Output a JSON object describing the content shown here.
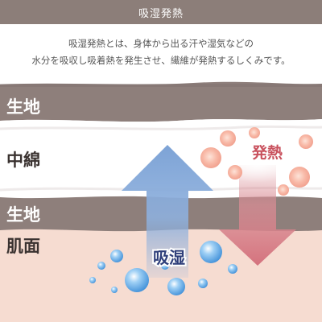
{
  "header": {
    "title": "吸湿発熱"
  },
  "description": {
    "line1": "吸湿発熱とは、身体から出る汗や湿気などの",
    "line2": "水分を吸収し吸着熱を発生させ、繊維が発熱するしくみです。"
  },
  "layers": {
    "fabric_top": "生地",
    "padding": "中綿",
    "fabric_bottom": "生地",
    "skin": "肌面"
  },
  "arrows": {
    "up_label": "吸湿",
    "down_label": "発熱"
  },
  "colors": {
    "header_bg": "#8c7e79",
    "fabric": "#8e7f7b",
    "skin": "#f6dcd1",
    "up_arrow": "#8eb0dd",
    "down_arrow": "#d98d95"
  },
  "icons": {
    "heat": "heat-bubble-icon",
    "moisture": "water-droplet-icon"
  }
}
